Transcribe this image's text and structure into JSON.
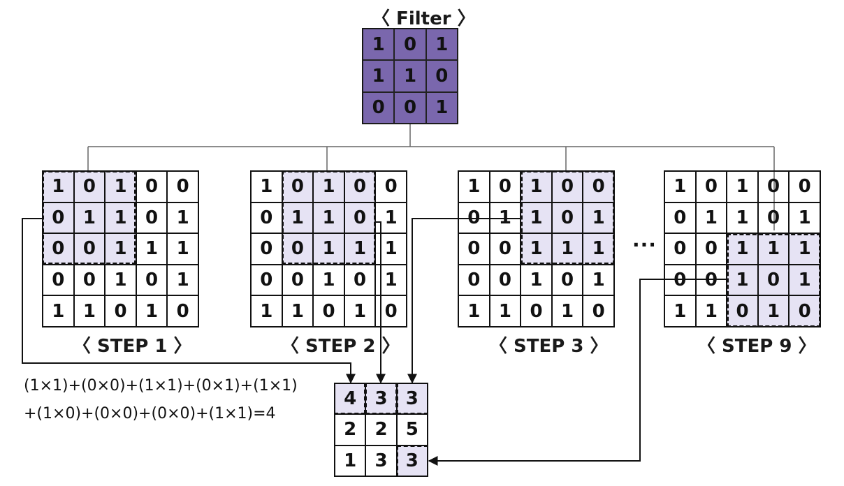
{
  "filter": {
    "title": "〈 Filter 〉",
    "matrix": [
      [
        1,
        0,
        1
      ],
      [
        1,
        1,
        0
      ],
      [
        0,
        0,
        1
      ]
    ],
    "color": "#7a67ad"
  },
  "input_matrix": [
    [
      1,
      0,
      1,
      0,
      0
    ],
    [
      0,
      1,
      1,
      0,
      1
    ],
    [
      0,
      0,
      1,
      1,
      1
    ],
    [
      0,
      0,
      1,
      0,
      1
    ],
    [
      1,
      1,
      0,
      1,
      0
    ]
  ],
  "steps": [
    {
      "label": "〈 STEP 1 〉",
      "window_row": 0,
      "window_col": 0
    },
    {
      "label": "〈 STEP 2 〉",
      "window_row": 0,
      "window_col": 1
    },
    {
      "label": "〈 STEP 3 〉",
      "window_row": 0,
      "window_col": 2
    },
    {
      "label": "〈 STEP 9 〉",
      "window_row": 2,
      "window_col": 2
    }
  ],
  "ellipsis": "···",
  "output": {
    "matrix": [
      [
        4,
        3,
        3
      ],
      [
        2,
        2,
        5
      ],
      [
        1,
        3,
        3
      ]
    ],
    "highlighted": [
      [
        0,
        0
      ],
      [
        0,
        1
      ],
      [
        0,
        2
      ],
      [
        2,
        2
      ]
    ]
  },
  "formula": {
    "line1": "(1×1)+(0×0)+(1×1)+(0×1)+(1×1)",
    "line2": "+(1×0)+(0×0)+(0×0)+(1×1)=4"
  },
  "colors": {
    "highlight": "#e6e3f4",
    "filter": "#7a67ad"
  }
}
